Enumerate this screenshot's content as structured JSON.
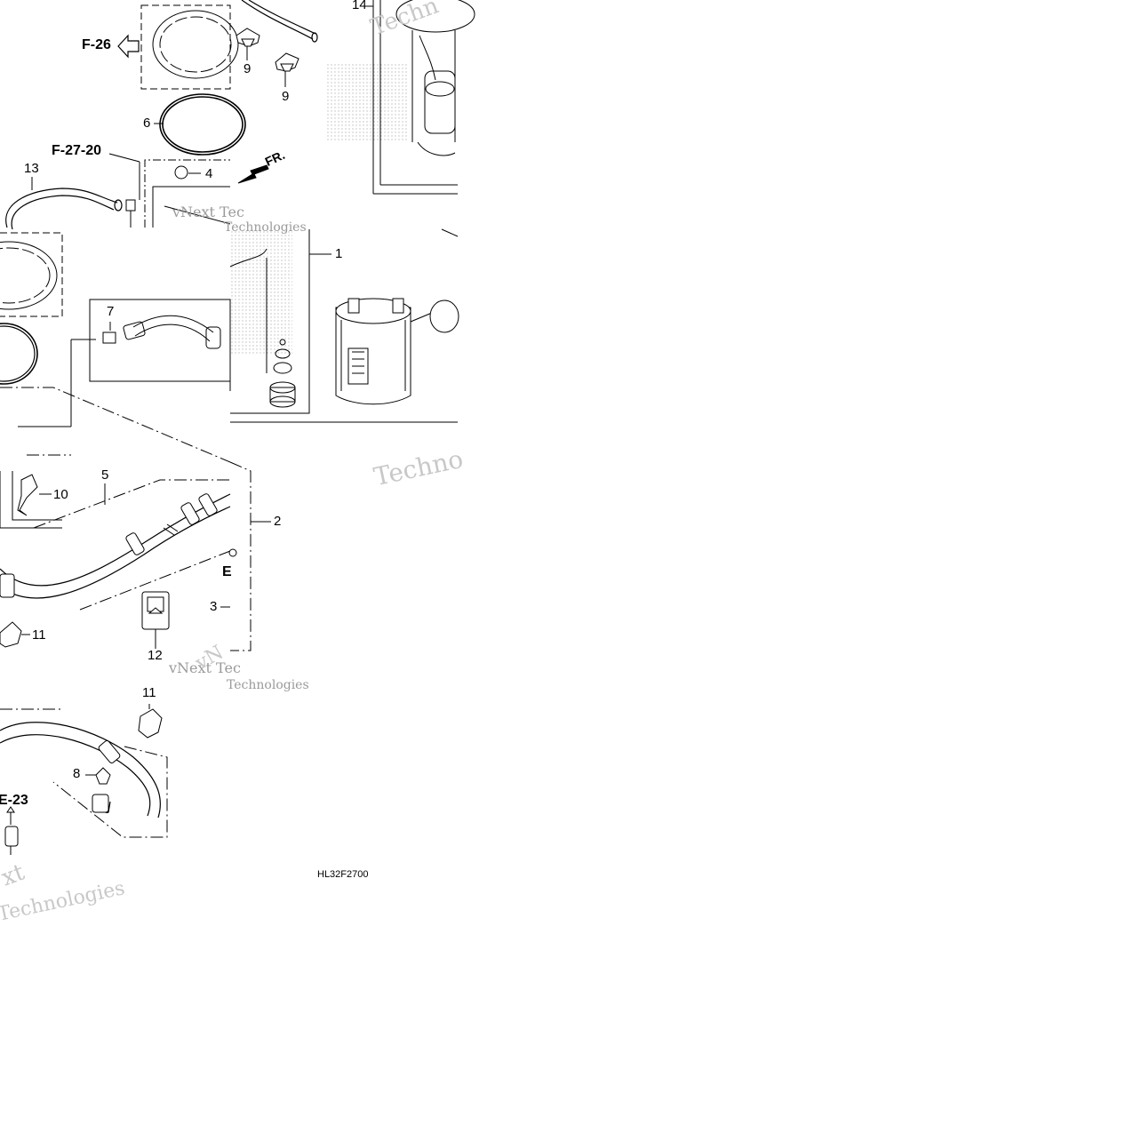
{
  "diagram": {
    "code": "HL32F2700",
    "front_marker": "FR.",
    "references": {
      "f26": "F-26",
      "f2720": "F-27-20",
      "e23": "E-23",
      "e_partial": "E"
    },
    "callouts": {
      "n1": "1",
      "n2": "2",
      "n3": "3",
      "n4": "4",
      "n5": "5",
      "n6": "6",
      "n7": "7",
      "n8": "8",
      "n9a": "9",
      "n9b": "9",
      "n10": "10",
      "n11a": "11",
      "n11b": "11",
      "n12": "12",
      "n13": "13",
      "n14": "14"
    },
    "watermarks": {
      "w1": "vNext Tec",
      "w2": "Technologies",
      "w3": "Techno",
      "w4": "vNext Tec",
      "w5": "Technologies",
      "w6": "xt",
      "w7": "Technologies",
      "w8": "Techn",
      "w9": "vN"
    },
    "colors": {
      "line": "#000000",
      "watermark": "#c8c8c8",
      "background": "#ffffff"
    }
  }
}
